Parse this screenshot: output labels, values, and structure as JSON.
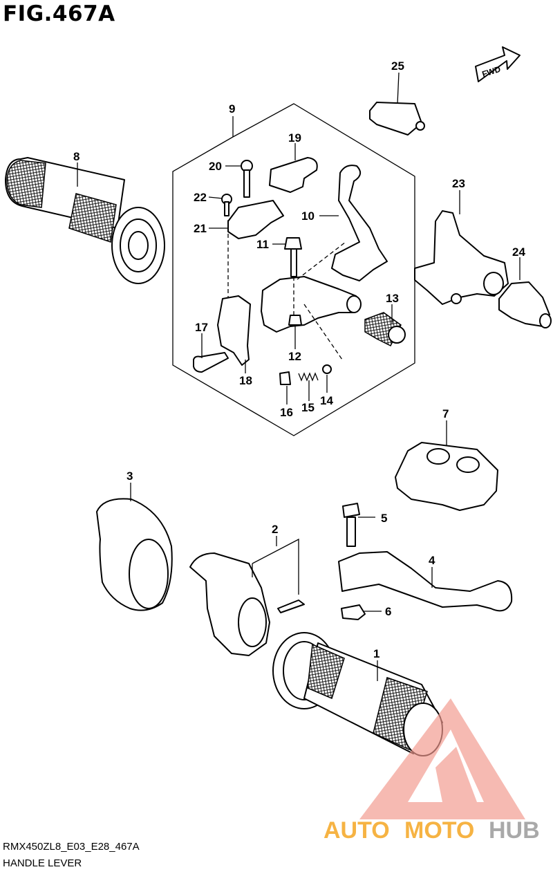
{
  "figure": {
    "title": "FIG.467A",
    "model_code": "RMX450ZL8_E03_E28_467A",
    "name": "HANDLE LEVER",
    "direction_label": "FWD"
  },
  "watermark": {
    "brand_parts": [
      "AUTO",
      "MOTO",
      "HUB"
    ],
    "colors": {
      "accent": "#f19a8f",
      "auto": "#f5a623",
      "moto": "#f5a623",
      "hub": "#9b9b9b"
    }
  },
  "callouts": [
    "1",
    "2",
    "3",
    "4",
    "5",
    "6",
    "7",
    "8",
    "9",
    "10",
    "11",
    "12",
    "13",
    "14",
    "15",
    "16",
    "17",
    "18",
    "19",
    "20",
    "21",
    "22",
    "23",
    "24",
    "25"
  ]
}
